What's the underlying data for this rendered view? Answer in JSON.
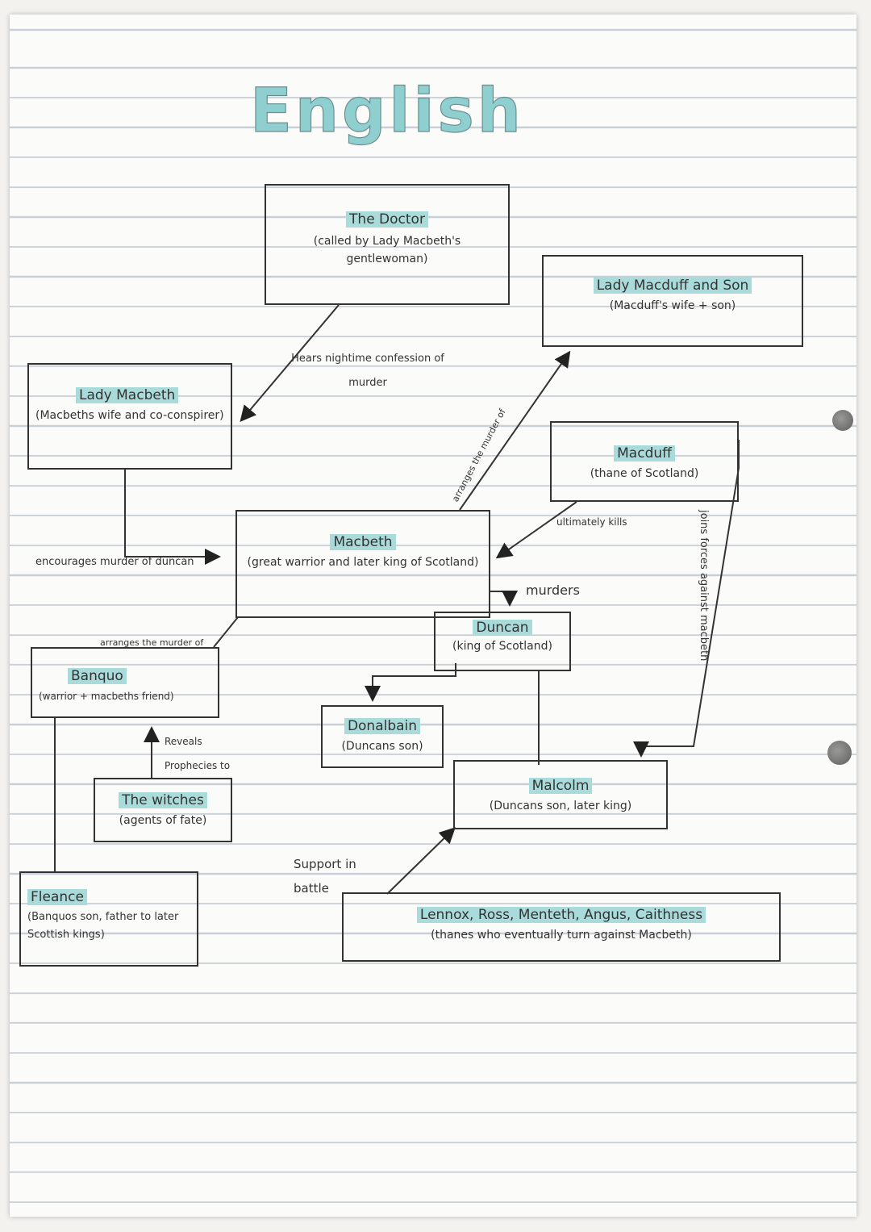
{
  "title": "English",
  "nodes": {
    "doctor": {
      "name": "The Doctor",
      "desc": "(called by Lady Macbeth's gentlewoman)"
    },
    "lady_macbeth": {
      "name": "Lady Macbeth",
      "desc": "(Macbeths wife and co-conspirer)"
    },
    "lady_macduff": {
      "name": "Lady Macduff and Son",
      "desc": "(Macduff's wife + son)"
    },
    "macduff": {
      "name": "Macduff",
      "desc": "(thane of Scotland)"
    },
    "macbeth": {
      "name": "Macbeth",
      "desc": "(great warrior and later king of Scotland)"
    },
    "duncan": {
      "name": "Duncan",
      "desc": "(king of Scotland)"
    },
    "banquo": {
      "name": "Banquo",
      "desc": "(warrior + macbeths friend)"
    },
    "donalbain": {
      "name": "Donalbain",
      "desc": "(Duncans son)"
    },
    "malcolm": {
      "name": "Malcolm",
      "desc": "(Duncans son, later king)"
    },
    "witches": {
      "name": "The witches",
      "desc": "(agents of fate)"
    },
    "fleance": {
      "name": "Fleance",
      "desc": "(Banquos son, father to later Scottish kings)"
    },
    "thanes": {
      "name": "Lennox, Ross, Menteth, Angus, Caithness",
      "desc": "(thanes who eventually turn against Macbeth)"
    }
  },
  "labels": {
    "hears": "Hears nightime confession of murder",
    "encourages": "encourages murder of duncan",
    "arranges_macduff": "arranges the murder of",
    "ultimately_kills": "ultimately kills",
    "murders": "murders",
    "arranges_banquo": "arranges the murder of",
    "reveals": "Reveals Prophecies to",
    "support": "Support in battle",
    "joins": "joins forces against macbeth"
  },
  "colors": {
    "highlight": "#a9dbdb",
    "ink": "#333333",
    "title": "#8fcfd0"
  }
}
